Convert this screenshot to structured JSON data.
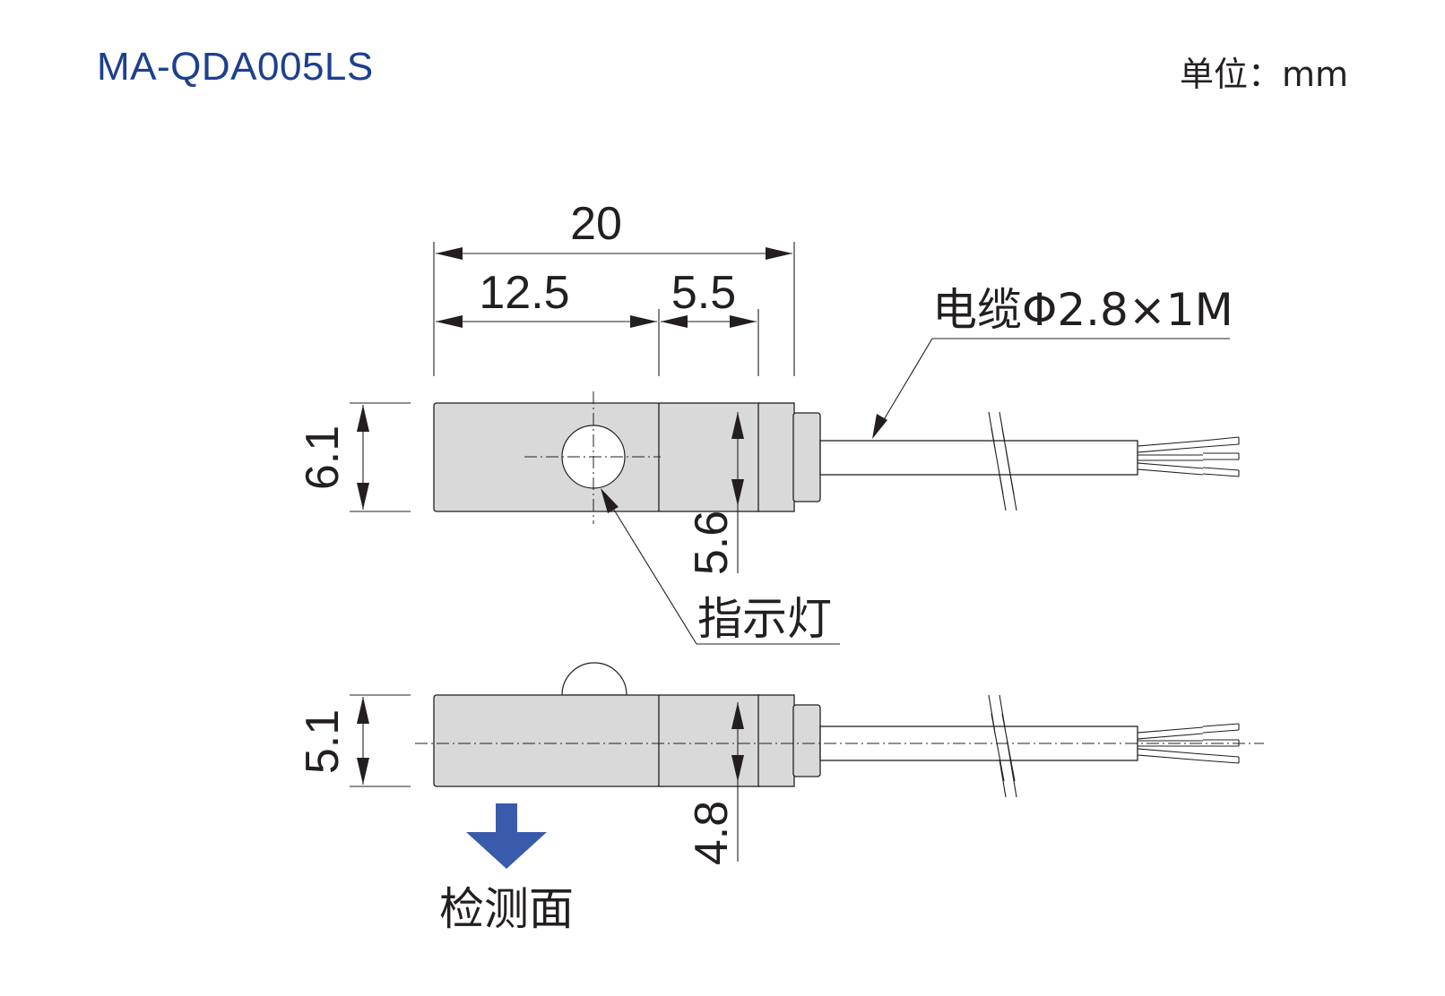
{
  "title": "MA-QDA005LS",
  "unit_label": "单位：mm",
  "dimensions": {
    "total_length": "20",
    "body_length": "12.5",
    "cap_length": "5.5",
    "height_top": "6.1",
    "cable_height_top": "5.6",
    "height_side": "5.1",
    "cable_height_side": "4.8"
  },
  "labels": {
    "cable": "电缆Φ2.8×1M",
    "indicator": "指示灯",
    "detection_face": "检测面"
  },
  "colors": {
    "title": "#1d3f8f",
    "body_fill": "#d9d9d9",
    "detection_arrow": "#3a5bab",
    "line": "#231f20"
  }
}
